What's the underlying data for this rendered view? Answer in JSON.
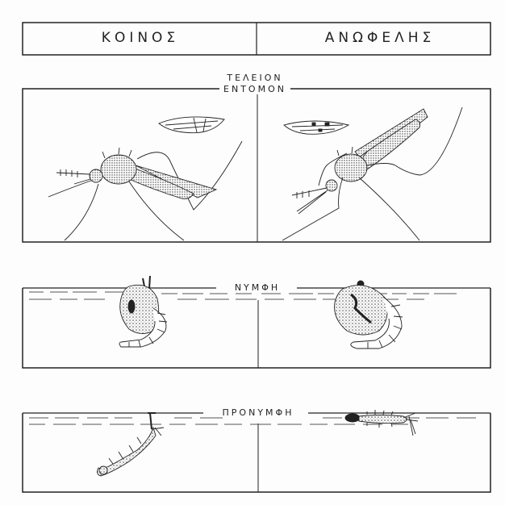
{
  "header": {
    "left_title": "ΚΟΙΝΟΣ",
    "right_title": "ΑΝΩΦΕΛΗΣ"
  },
  "sections": {
    "adult": {
      "line1": "ΤΕΛΕΙΟΝ",
      "line2": "ΕΝΤΟΜΟΝ"
    },
    "pupa": {
      "label": "ΝΥΜΦΗ"
    },
    "larva": {
      "label": "ΠΡΟΝΥΜΦΗ"
    }
  },
  "colors": {
    "ink": "#222222",
    "paper": "#fdfdfd"
  }
}
